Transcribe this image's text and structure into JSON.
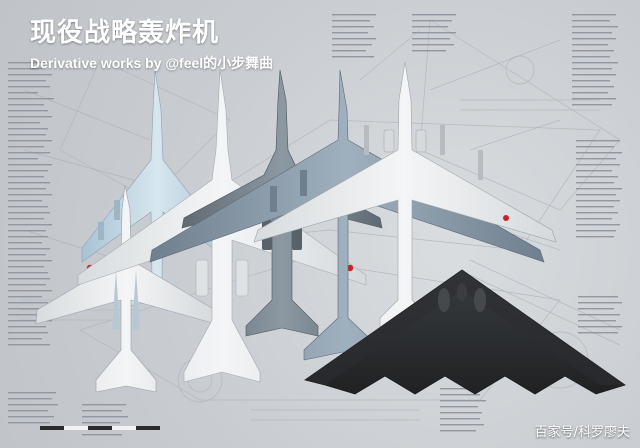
{
  "title": "现役战略轰炸机",
  "subtitle": "Derivative works by @feel的小步舞曲",
  "watermark": "百家号/科罗廖夫",
  "colors": {
    "background": "#cfd3d6",
    "title_text": "#ffffff",
    "stealth_bomber": "#2f3133",
    "roundel_red": "#c8232a",
    "light_blue_aircraft": "#c9dbe6",
    "white_aircraft": "#eef0f1",
    "grey_aircraft": "#7d8790"
  }
}
